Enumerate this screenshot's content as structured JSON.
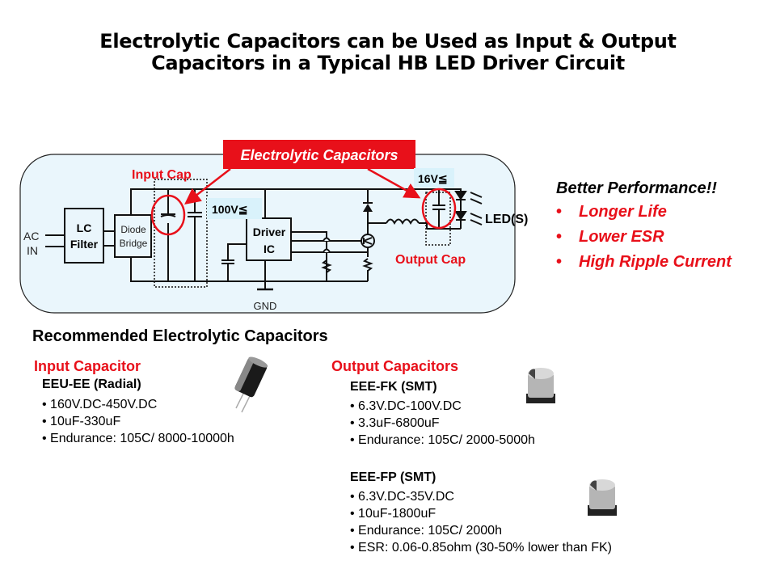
{
  "title": {
    "line1": "Electrolytic Capacitors can be Used as Input & Output",
    "line2": "Capacitors in a Typical HB LED Driver Circuit"
  },
  "diagram": {
    "callout": "Electrolytic Capacitors",
    "input_cap_label": "Input Cap",
    "output_cap_label": "Output Cap",
    "input_voltage_tag": "100V≦",
    "output_voltage_tag": "16V≦",
    "ac_in": [
      "AC",
      "IN"
    ],
    "lc_filter": [
      "LC",
      "Filter"
    ],
    "diode_bridge": [
      "Diode",
      "Bridge"
    ],
    "driver_ic": [
      "Driver",
      "IC"
    ],
    "gnd": "GND",
    "leds": "LED(S)",
    "colors": {
      "accent": "#e8101a",
      "panel": "#eaf6fc",
      "tag": "#d9f2fb"
    }
  },
  "performance": {
    "heading": "Better Performance!!",
    "items": [
      "Longer Life",
      "Lower ESR",
      "High Ripple Current"
    ]
  },
  "recommended": {
    "heading": "Recommended Electrolytic Capacitors",
    "input": {
      "heading": "Input Capacitor",
      "parts": [
        {
          "name": "EEU-EE (Radial)",
          "specs": [
            "160V.DC-450V.DC",
            "10uF-330uF",
            "Endurance: 105C/ 8000-10000h"
          ]
        }
      ]
    },
    "output": {
      "heading": "Output Capacitors",
      "parts": [
        {
          "name": "EEE-FK (SMT)",
          "specs": [
            "6.3V.DC-100V.DC",
            "3.3uF-6800uF",
            "Endurance: 105C/ 2000-5000h"
          ]
        },
        {
          "name": "EEE-FP (SMT)",
          "specs": [
            "6.3V.DC-35V.DC",
            "10uF-1800uF",
            "Endurance: 105C/ 2000h",
            "ESR: 0.06-0.85ohm (30-50% lower than FK)"
          ]
        }
      ]
    }
  }
}
